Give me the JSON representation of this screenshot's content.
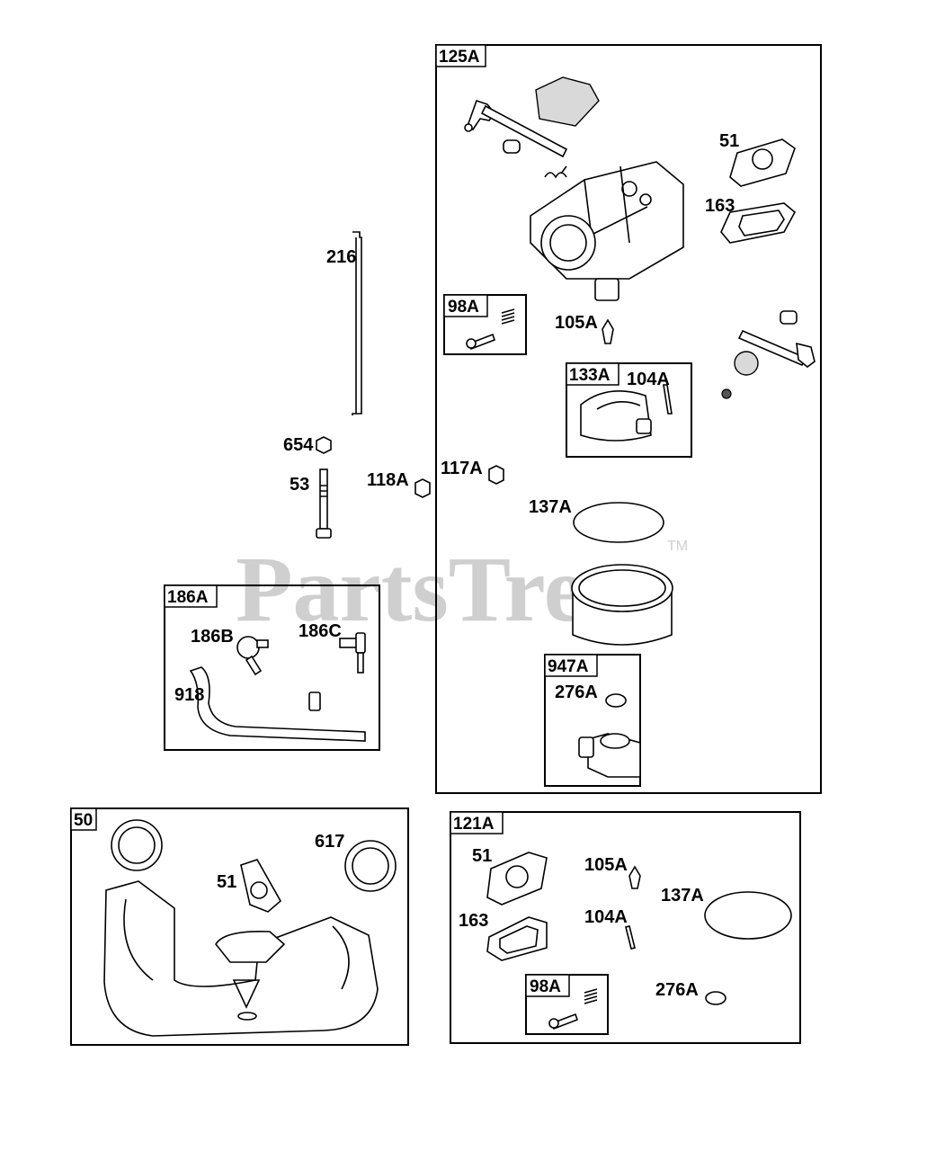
{
  "watermark": {
    "text": "PartsTree",
    "trademark": "TM"
  },
  "boxes": {
    "b125A": "125A",
    "b98A_top": "98A",
    "b133A": "133A",
    "b947A": "947A",
    "b186A": "186A",
    "b50": "50",
    "b121A": "121A",
    "b98A_bottom": "98A"
  },
  "labels": {
    "l51_top": "51",
    "l163_top": "163",
    "l216": "216",
    "l105A_top": "105A",
    "l104A_top": "104A",
    "l654": "654",
    "l53": "53",
    "l118A": "118A",
    "l117A": "117A",
    "l137A_top": "137A",
    "l186B": "186B",
    "l186C": "186C",
    "l918": "918",
    "l276A_top": "276A",
    "l617": "617",
    "l51_mid": "51",
    "l51_bottom": "51",
    "l105A_bottom": "105A",
    "l137A_bottom": "137A",
    "l163_bottom": "163",
    "l104A_bottom": "104A",
    "l276A_bottom": "276A"
  }
}
